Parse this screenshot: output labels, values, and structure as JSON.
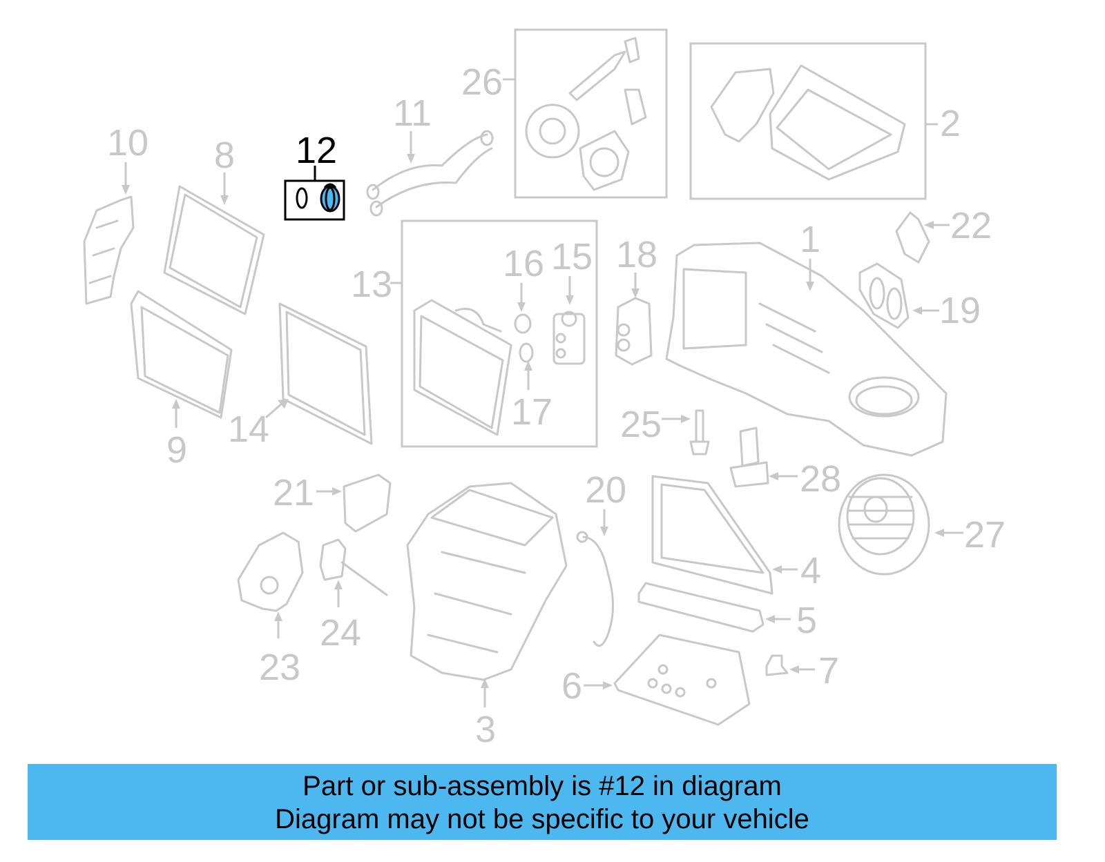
{
  "banner": {
    "line1": "Part or sub-assembly is #12 in diagram",
    "line2": "Diagram may not be specific to your vehicle"
  },
  "highlight": {
    "callout": "12",
    "fill_color": "#4db8ef"
  },
  "callouts": {
    "c1": "1",
    "c2": "2",
    "c3": "3",
    "c4": "4",
    "c5": "5",
    "c6": "6",
    "c7": "7",
    "c8": "8",
    "c9": "9",
    "c10": "10",
    "c11": "11",
    "c13": "13",
    "c14": "14",
    "c15": "15",
    "c16": "16",
    "c17": "17",
    "c18": "18",
    "c19": "19",
    "c20": "20",
    "c21": "21",
    "c22": "22",
    "c23": "23",
    "c24": "24",
    "c25": "25",
    "c26": "26",
    "c27": "27",
    "c28": "28"
  },
  "colors": {
    "part_lines": "#c8c8c8",
    "banner_background": "#4db8ef",
    "text": "#000000"
  }
}
